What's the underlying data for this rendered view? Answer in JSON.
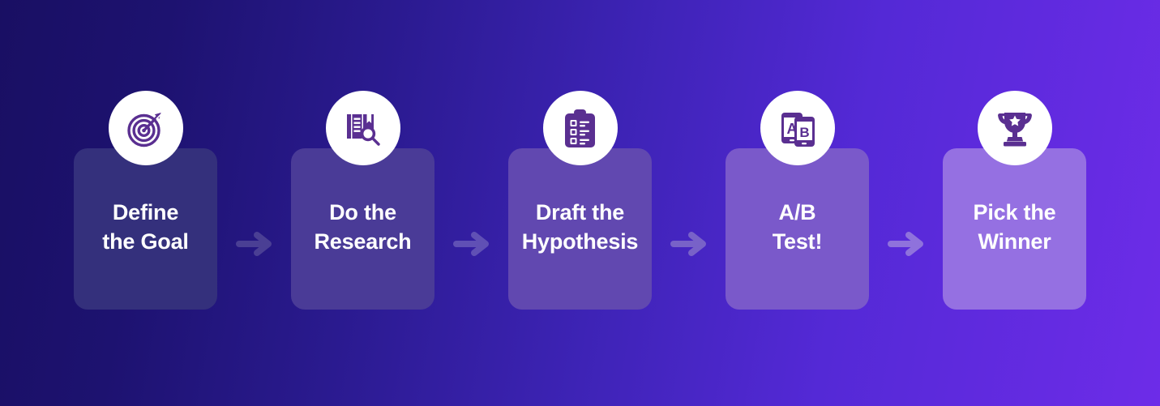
{
  "background": {
    "gradient_from": "#190f63",
    "gradient_to": "#6d2ce8",
    "direction": "left-to-right"
  },
  "theme": {
    "bubble_bg": "#ffffff",
    "icon_color": "#5a2f91",
    "label_color": "#ffffff",
    "arrow_color": "#8d7ad0"
  },
  "steps": [
    {
      "index": 1,
      "label": "Define\nthe Goal",
      "icon": "target-icon",
      "card_color": "#34307c",
      "arrow_color": "#4a3f94"
    },
    {
      "index": 2,
      "label": "Do the\nResearch",
      "icon": "book-search-icon",
      "card_color": "#4a3b97",
      "arrow_color": "#6050b5"
    },
    {
      "index": 3,
      "label": "Draft the\nHypothesis",
      "icon": "clipboard-checklist-icon",
      "card_color": "#6148b0",
      "arrow_color": "#7862c8"
    },
    {
      "index": 4,
      "label": "A/B\nTest!",
      "icon": "ab-test-devices-icon",
      "card_color": "#7a59ca",
      "arrow_color": "#8f72dc"
    },
    {
      "index": 5,
      "label": "Pick the\nWinner",
      "icon": "trophy-icon",
      "card_color": "#9570e2",
      "arrow_color": "#9d80e6"
    }
  ],
  "connectors": [
    {
      "index": 1,
      "icon": "arrow-right-icon",
      "color": "#4a3f94"
    },
    {
      "index": 2,
      "icon": "arrow-right-icon",
      "color": "#6050b5"
    },
    {
      "index": 3,
      "icon": "arrow-right-icon",
      "color": "#7862c8"
    },
    {
      "index": 4,
      "icon": "arrow-right-icon",
      "color": "#8f72dc"
    }
  ]
}
